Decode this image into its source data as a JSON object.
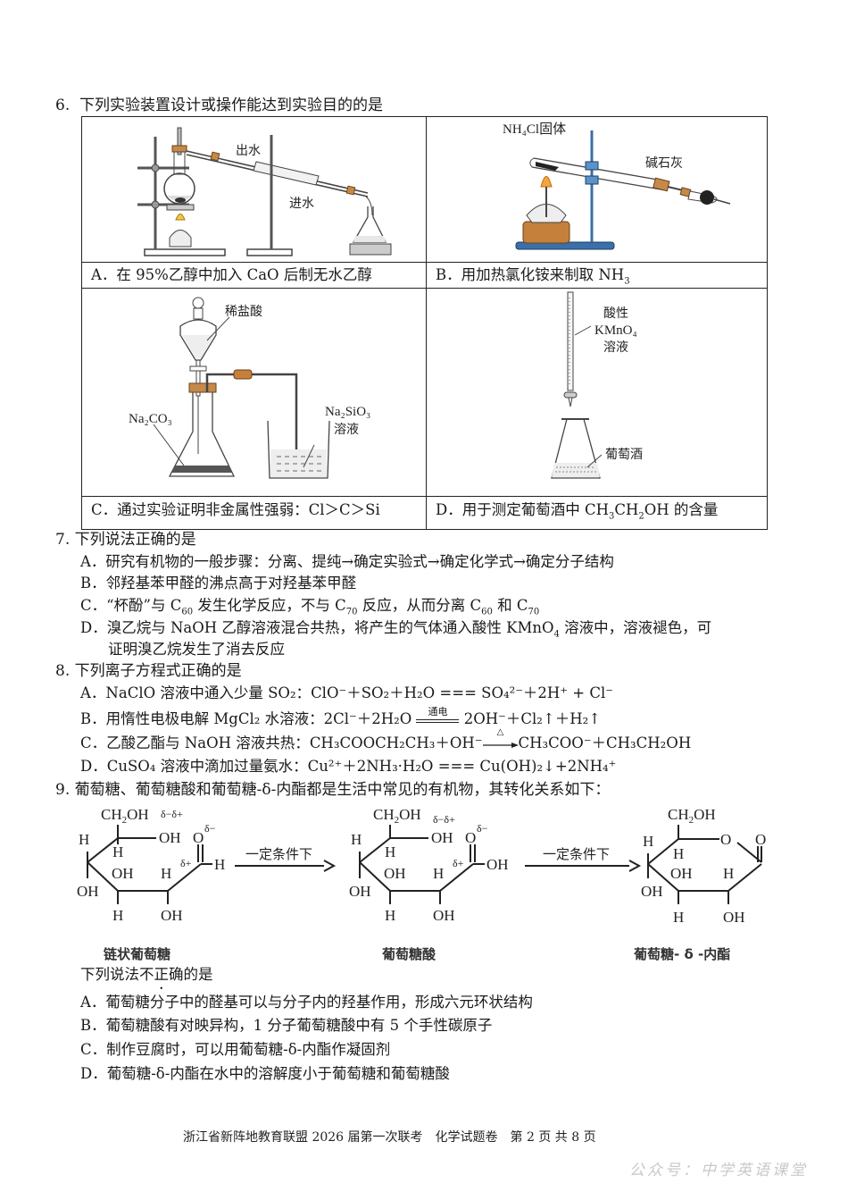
{
  "q6": {
    "number": "6.",
    "stem": "下列实验装置设计或操作能达到实验目的的是",
    "options": [
      {
        "key": "A",
        "caption": "A．在 95%乙醇中加入 CaO 后制无水乙醇",
        "labels": {
          "out_water": "出水",
          "in_water": "进水"
        }
      },
      {
        "key": "B",
        "caption_pre": "B．用加热氯化铵来制取 NH",
        "caption_sub": "3",
        "labels": {
          "solid": "NH₄Cl固体",
          "soda_lime": "碱石灰"
        }
      },
      {
        "key": "C",
        "caption": "C．通过实验证明非金属性强弱：Cl＞C＞Si",
        "labels": {
          "acid": "稀盐酸",
          "carbonate": "Na₂CO₃",
          "silicate": "Na₂SiO₃",
          "solution": "溶液"
        }
      },
      {
        "key": "D",
        "caption_pre": "D．用于测定葡萄酒中 CH",
        "caption_mid1": "3",
        "caption_mid2": "CH",
        "caption_mid3": "2",
        "caption_post": "OH 的含量",
        "labels": {
          "acidic": "酸性",
          "kmno4": "KMnO₄",
          "solution": "溶液",
          "wine": "葡萄酒"
        }
      }
    ]
  },
  "q7": {
    "number": "7.",
    "stem": "下列说法正确的是",
    "options": {
      "A": "A．研究有机物的一般步骤：分离、提纯→确定实验式→确定化学式→确定分子结构",
      "B": "B．邻羟基苯甲醛的沸点高于对羟基苯甲醛",
      "C_parts": [
        "C．“杯酚”与 C",
        "60",
        " 发生化学反应，不与 C",
        "70",
        " 反应，从而分离 C",
        "60",
        " 和 C",
        "70"
      ],
      "D_line1_pre": "D．溴乙烷与 NaOH 乙醇溶液混合共热，将产生的气体通入酸性 KMnO",
      "D_line1_sub": "4",
      "D_line1_post": " 溶液中，溶液褪色，可",
      "D_line2": "证明溴乙烷发生了消去反应"
    }
  },
  "q8": {
    "number": "8.",
    "stem": "下列离子方程式正确的是",
    "options": {
      "A": {
        "pre": "A．NaClO 溶液中通入少量 SO₂：",
        "eq": "ClO⁻＋SO₂＋H₂O === SO₄²⁻＋2H⁺ + Cl⁻"
      },
      "B": {
        "pre": "B．用惰性电极电解 MgCl₂ 水溶液：",
        "left": "2Cl⁻＋2H₂O",
        "condition": "通电",
        "right": "2OH⁻＋Cl₂↑＋H₂↑"
      },
      "C": {
        "pre": "C．乙酸乙酯与 NaOH 溶液共热：",
        "left": "CH₃COOCH₂CH₃＋OH⁻",
        "condition": "△",
        "right": "CH₃COO⁻＋CH₃CH₂OH"
      },
      "D": {
        "pre": "D．CuSO₄ 溶液中滴加过量氨水：",
        "eq": "Cu²⁺＋2NH₃·H₂O === Cu(OH)₂↓+2NH₄⁺"
      }
    }
  },
  "q9": {
    "number": "9.",
    "stem": "葡萄糖、葡萄糖酸和葡萄糖-δ-内酯都是生活中常见的有机物，其转化关系如下：",
    "scheme": {
      "arrow_label": "一定条件下",
      "names": [
        "链状葡萄糖",
        "葡萄糖酸",
        "葡萄糖- δ -内酯"
      ]
    },
    "sub_stem_pre": "下列说法",
    "sub_stem_emph": "不正确",
    "sub_stem_post": "的是",
    "options": {
      "A": "A．葡萄糖分子中的醛基可以与分子内的羟基作用，形成六元环状结构",
      "B": "B．葡萄糖酸有对映异构，1 分子葡萄糖酸中有 5 个手性碳原子",
      "C": "C．制作豆腐时，可以用葡萄糖-δ-内酯作凝固剂",
      "D": "D．葡萄糖-δ-内酯在水中的溶解度小于葡萄糖和葡萄糖酸"
    }
  },
  "footer": {
    "text": "浙江省新阵地教育联盟 2026 届第一次联考　化学试题卷　第 2 页 共 8 页",
    "watermark": "公众号：中学英语课堂"
  }
}
